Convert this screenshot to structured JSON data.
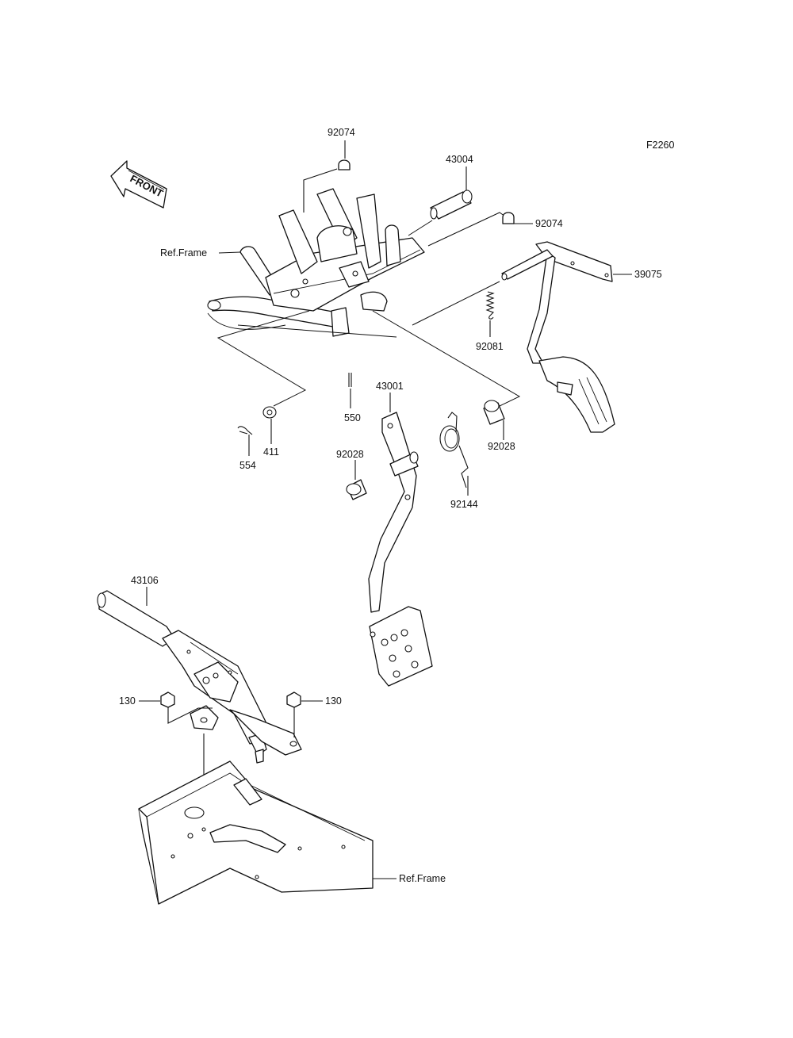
{
  "figure_code": "F2260",
  "front_arrow_text": "FRONT",
  "labels": {
    "p92074_top": "92074",
    "p43004": "43004",
    "p92074_right": "92074",
    "ref_frame_top": "Ref.Frame",
    "p39075": "39075",
    "p92081": "92081",
    "p43001": "43001",
    "p550": "550",
    "p92028_right": "92028",
    "p92028_left": "92028",
    "p554": "554",
    "p411": "411",
    "p92144": "92144",
    "p43106": "43106",
    "p130_left": "130",
    "p130_right": "130",
    "ref_frame_bottom": "Ref.Frame"
  }
}
